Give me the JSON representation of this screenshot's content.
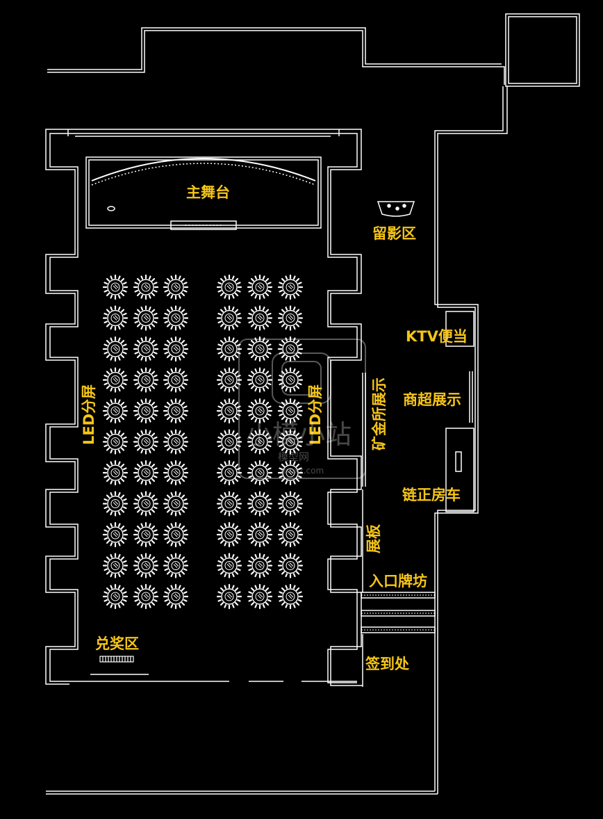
{
  "theme": {
    "background": "#000000",
    "line": "#ffffff",
    "label": "#f5c518"
  },
  "labels": {
    "main_stage": "主舞台",
    "photo_area": "留影区",
    "led_left": "LED分屏",
    "led_center": "LED分屏",
    "mine_display": "矿金所展示",
    "ktv": "KTV便当",
    "supermarket": "商超展示",
    "car": "链正房车",
    "board": "展板",
    "entrance": "入口牌坊",
    "checkin": "签到处",
    "prize": "兑奖区"
  },
  "tables": {
    "rows": 11,
    "left_columns": 3,
    "right_columns": 3,
    "icon": "round-table-icon"
  },
  "watermark": {
    "line1": "小模小站",
    "line2": "模型网",
    "line3": "mnxz.com"
  }
}
